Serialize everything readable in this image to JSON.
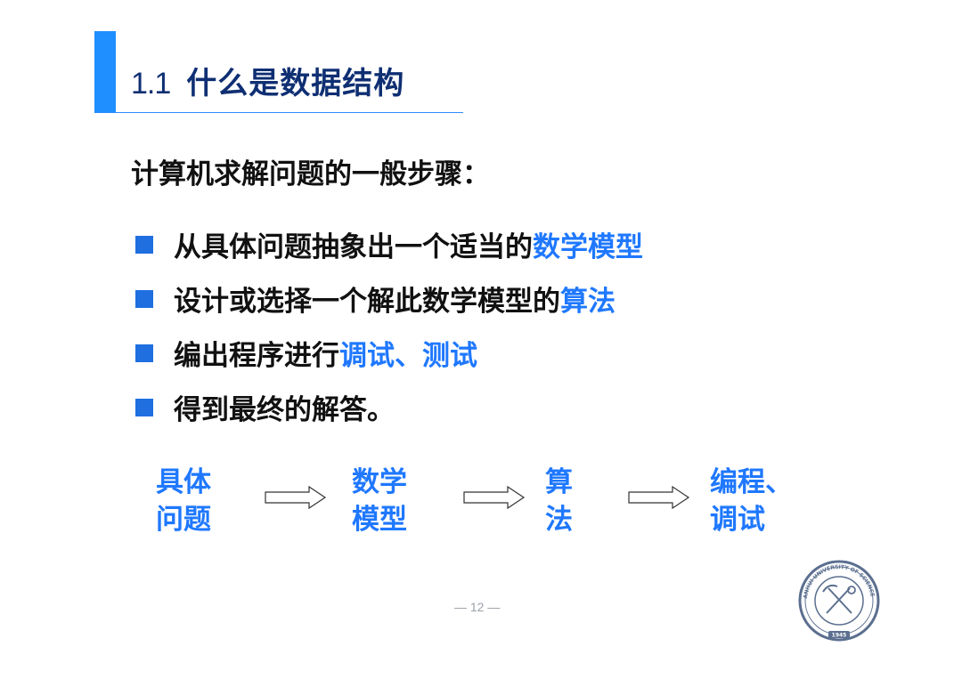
{
  "header": {
    "number": "1.1",
    "title": "什么是数据结构"
  },
  "intro": "计算机求解问题的一般步骤：",
  "bullets": [
    {
      "text": "从具体问题抽象出一个适当的",
      "highlight": "数学模型"
    },
    {
      "text": "设计或选择一个解此数学模型的",
      "highlight": "算法"
    },
    {
      "text": "编出程序进行",
      "highlight": "调试、测试"
    },
    {
      "text": "得到最终的解答。",
      "highlight": ""
    }
  ],
  "flow": [
    {
      "line1": "具体",
      "line2": "问题"
    },
    {
      "line1": "数学",
      "line2": "模型"
    },
    {
      "line1": "算",
      "line2": "法"
    },
    {
      "line1": "编程、",
      "line2": "调试"
    }
  ],
  "footer": {
    "page_number": "— 12 —"
  },
  "seal": {
    "text": "ANHUI UNIVERSITY OF SCIENCE & TECHNOLOGY",
    "year": "1945"
  },
  "colors": {
    "accent": "#1f8fff",
    "highlight": "#1f78ff",
    "title": "#0f2f73"
  }
}
